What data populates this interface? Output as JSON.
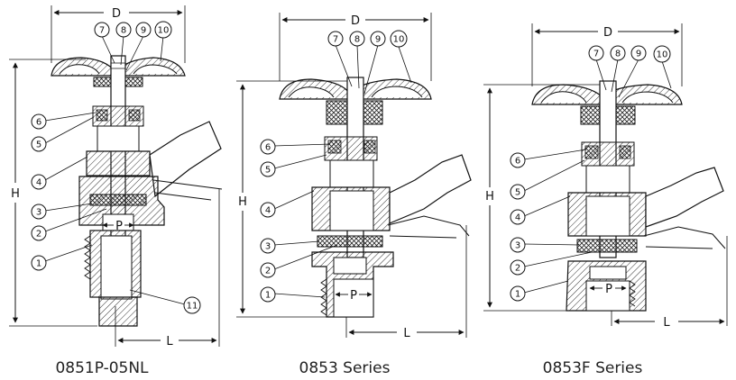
{
  "diagrams": [
    {
      "caption": "0851P-05NL",
      "dims": {
        "D": "D",
        "H": "H",
        "L": "L",
        "P": "P"
      },
      "callouts": [
        "1",
        "2",
        "3",
        "4",
        "5",
        "6",
        "7",
        "8",
        "9",
        "10",
        "11"
      ]
    },
    {
      "caption": "0853 Series",
      "dims": {
        "D": "D",
        "H": "H",
        "L": "L",
        "P": "P"
      },
      "callouts": [
        "1",
        "2",
        "3",
        "4",
        "5",
        "6",
        "7",
        "8",
        "9",
        "10"
      ]
    },
    {
      "caption": "0853F Series",
      "dims": {
        "D": "D",
        "H": "H",
        "L": "L",
        "P": "P"
      },
      "callouts": [
        "1",
        "2",
        "3",
        "4",
        "5",
        "6",
        "7",
        "8",
        "9",
        "10"
      ]
    }
  ],
  "colors": {
    "line": "#111111",
    "hatch": "#333333",
    "fill": "#ffffff"
  }
}
